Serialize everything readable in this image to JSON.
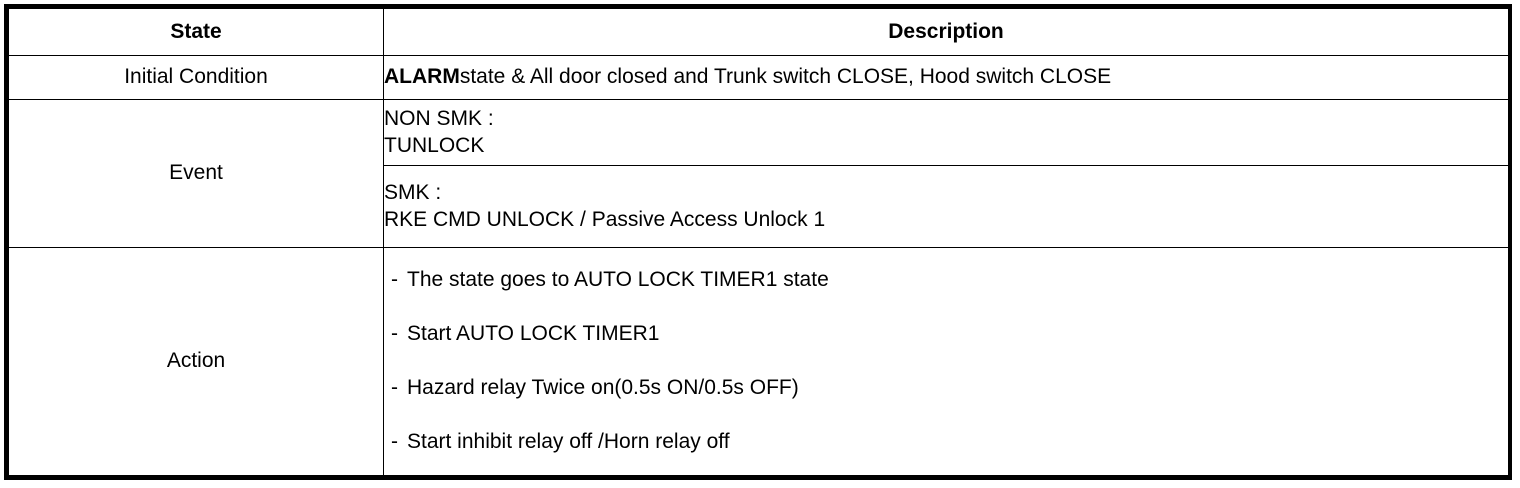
{
  "table": {
    "columns": [
      {
        "key": "state",
        "header": "State"
      },
      {
        "key": "description",
        "header": "Description"
      }
    ],
    "rows": {
      "initial_condition": {
        "label": "Initial Condition",
        "description_bold": "ALARM",
        "description_rest": "state & All door closed and Trunk switch CLOSE, Hood switch CLOSE"
      },
      "event": {
        "label": "Event",
        "entries": [
          {
            "title": "NON SMK :",
            "value": "TUNLOCK"
          },
          {
            "title": "SMK :",
            "value": "RKE CMD UNLOCK / Passive Access Unlock 1"
          }
        ]
      },
      "action": {
        "label": "Action",
        "items": [
          {
            "dash": "-",
            "text": "The state goes to AUTO LOCK TIMER1 state"
          },
          {
            "dash": "-",
            "text": "Start AUTO LOCK TIMER1"
          },
          {
            "dash": "-",
            "text": "Hazard relay Twice on(0.5s ON/0.5s OFF)"
          },
          {
            "dash": "-",
            "text": "Start inhibit relay off /Horn relay off"
          }
        ]
      }
    }
  },
  "colors": {
    "border": "#000000",
    "background": "#ffffff",
    "text": "#000000"
  }
}
